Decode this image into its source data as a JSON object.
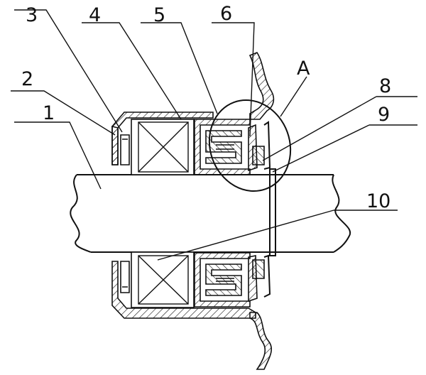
{
  "diagram": {
    "callouts": [
      {
        "id": "c1",
        "label": "1"
      },
      {
        "id": "c2",
        "label": "2"
      },
      {
        "id": "c3",
        "label": "3"
      },
      {
        "id": "c4",
        "label": "4"
      },
      {
        "id": "c5",
        "label": "5"
      },
      {
        "id": "c6",
        "label": "6"
      },
      {
        "id": "cA",
        "label": "A"
      },
      {
        "id": "c8",
        "label": "8"
      },
      {
        "id": "c9",
        "label": "9"
      },
      {
        "id": "c10",
        "label": "10"
      }
    ],
    "colors": {
      "line": "#111111",
      "background": "#ffffff"
    }
  }
}
